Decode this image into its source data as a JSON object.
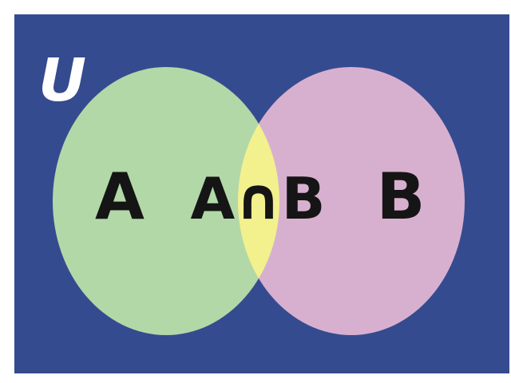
{
  "universe": {
    "label": "U",
    "color": "#354b8f"
  },
  "set_a": {
    "label": "A",
    "color": "#b2d8a8"
  },
  "set_b": {
    "label": "B",
    "color": "#d8b0cf"
  },
  "intersection": {
    "label": "A∩B",
    "color": "#f3f08e"
  },
  "label_color": "#151515",
  "background": "#ffffff"
}
